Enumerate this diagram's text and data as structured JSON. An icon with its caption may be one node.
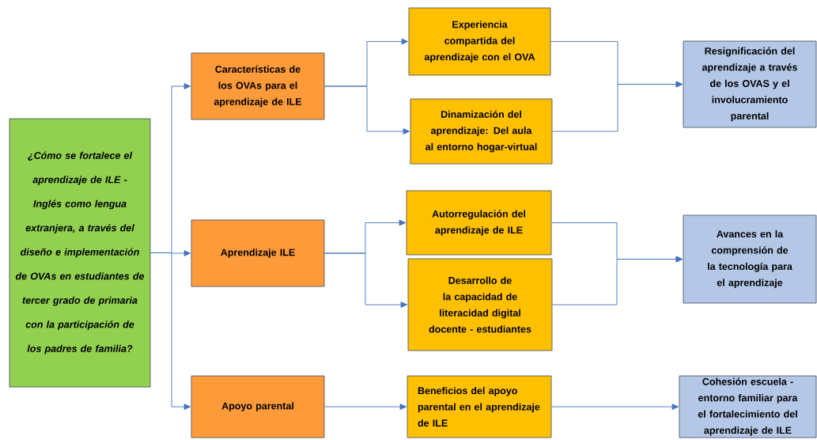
{
  "diagram": {
    "nodes": [
      {
        "text": [
          "¿Cómo se fortalece el aprendizaje de ILE - Inglés como lengua extranjera, a través del diseño e implementación de OVAs en estudiantes de tercer grado de primaria con la participación de los padres de familia?"
        ]
      },
      {
        "text": [
          "Características de los OVAs para el aprendizaje de ILE"
        ]
      },
      {
        "text": [
          "Aprendizaje ILE"
        ]
      },
      {
        "text": [
          "Apoyo parental"
        ]
      },
      {
        "text": [
          "Experiencia compartida del aprendizaje con el OVA"
        ]
      },
      {
        "text": [
          "Dinamización del aprendizaje: Del aula al entorno hogar-virtual"
        ]
      },
      {
        "text": [
          "Autorregulación del aprendizaje de ILE"
        ]
      },
      {
        "text": [
          "Desarrollo de la capacidad de literacidad digital docente - estudiantes"
        ]
      },
      {
        "text": [
          "Beneficios del apoyo parental en el aprendizaje de ILE"
        ]
      },
      {
        "text": [
          "Resignificación del aprendizaje a través de los OVAS y el involucramiento parental"
        ]
      },
      {
        "text": [
          "Avances en la comprensión de la tecnología para el aprendizaje"
        ]
      },
      {
        "text": [
          "Cohesión  escuela - entorno familiar para el fortalecimiento del aprendizaje de ILE"
        ]
      }
    ],
    "edges": [
      {
        "from": 0,
        "to": 1,
        "arrow": "to"
      },
      {
        "from": 0,
        "to": 2,
        "arrow": "to"
      },
      {
        "from": 0,
        "to": 3,
        "arrow": "to"
      },
      {
        "from": 1,
        "to": 4,
        "arrow": "to"
      },
      {
        "from": 1,
        "to": 5,
        "arrow": "to"
      },
      {
        "from": 2,
        "to": 6,
        "arrow": "to"
      },
      {
        "from": 2,
        "to": 7,
        "arrow": "to"
      },
      {
        "from": 3,
        "to": 8,
        "arrow": "to"
      },
      {
        "from": 4,
        "to": 9,
        "arrow": "to"
      },
      {
        "from": 5,
        "to": 9,
        "arrow": "to"
      },
      {
        "from": 6,
        "to": 10,
        "arrow": "to"
      },
      {
        "from": 7,
        "to": 10,
        "arrow": "to"
      },
      {
        "from": 8,
        "to": 11,
        "arrow": "to"
      }
    ]
  }
}
